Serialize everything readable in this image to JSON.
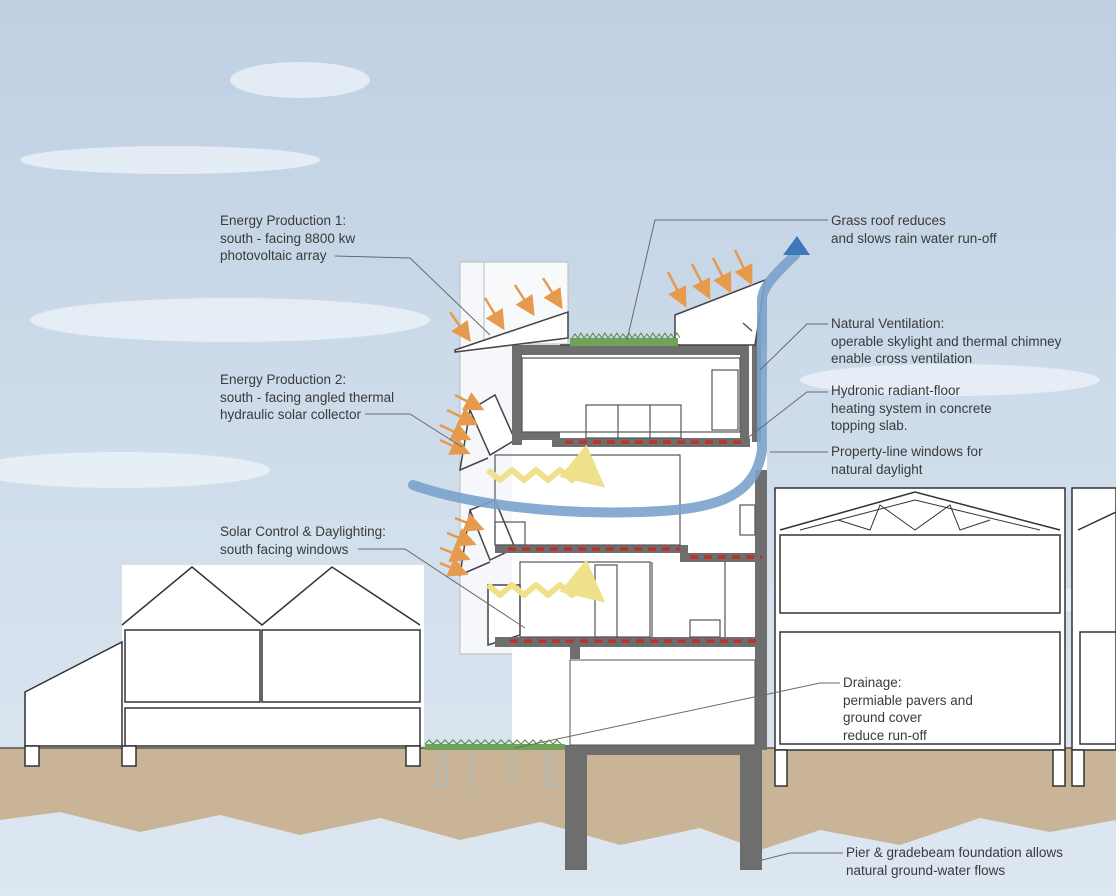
{
  "annotations": {
    "energy1": {
      "lines": [
        "Energy Production 1:",
        "south - facing 8800 kw",
        "photovoltaic array"
      ]
    },
    "energy2": {
      "lines": [
        "Energy Production 2:",
        "south - facing angled thermal",
        "hydraulic solar collector"
      ]
    },
    "solar_control": {
      "lines": [
        "Solar Control & Daylighting:",
        "south facing windows"
      ]
    },
    "grass_roof": {
      "lines": [
        "Grass roof reduces",
        "and slows rain water run-off"
      ]
    },
    "ventilation": {
      "lines": [
        "Natural Ventilation:",
        "operable skylight and thermal chimney",
        "enable cross ventilation"
      ]
    },
    "hydronic": {
      "lines": [
        "Hydronic radiant-floor",
        "heating system in concrete",
        "topping slab."
      ]
    },
    "windows": {
      "lines": [
        "Property-line windows for",
        "natural daylight"
      ]
    },
    "drainage": {
      "lines": [
        "Drainage:",
        "permiable pavers and",
        "ground cover",
        "reduce run-off"
      ]
    },
    "foundation": {
      "lines": [
        "Pier & gradebeam foundation allows",
        "natural ground-water flows"
      ]
    }
  },
  "colors": {
    "sky": "#c9d7e6",
    "ground": "#c9b497",
    "sun_arrow": "#e59a4e",
    "airflow": "#7aa2cc",
    "heat_wave": "#efe08a",
    "slab": "#6e6e6e",
    "radiant_pipe": "#c0302a",
    "grass": "#6fa35a",
    "water": "#8fc6df"
  }
}
